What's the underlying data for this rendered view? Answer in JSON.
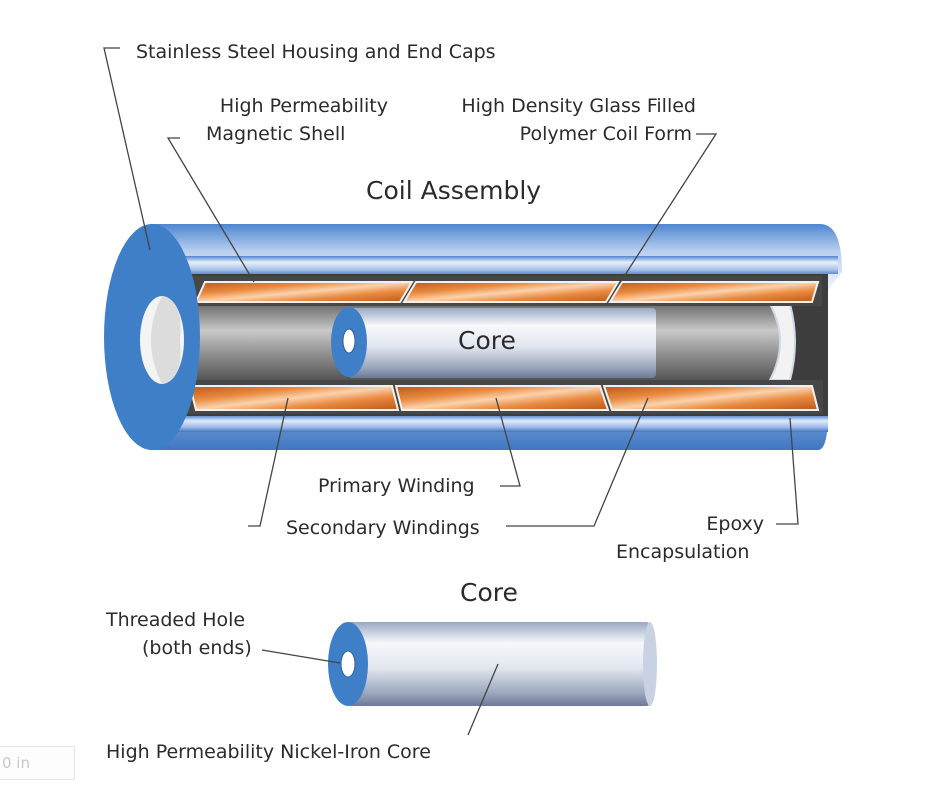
{
  "diagram": {
    "labels": {
      "housing": "Stainless Steel Housing and End Caps",
      "shell_line1": "High Permeability",
      "shell_line2": "Magnetic Shell",
      "coilform_line1": "High Density Glass Filled",
      "coilform_line2": "Polymer Coil Form",
      "coil_assembly_title": "Coil Assembly",
      "core_in_assembly": "Core",
      "primary_winding": "Primary Winding",
      "secondary_windings": "Secondary Windings",
      "epoxy_line1": "Epoxy",
      "epoxy_line2": "Encapsulation",
      "core_title": "Core",
      "threaded_line1": "Threaded Hole",
      "threaded_line2": "(both ends)",
      "nickel_iron_core": "High Permeability Nickel-Iron Core"
    },
    "corner_text": "0 in",
    "colors": {
      "housing_blue": "#3f7fc8",
      "cylinder_highlight": "#f2f6fc",
      "copper": "#e07a2c",
      "copper_light": "#f7c193",
      "shell_gray": "#5a5a5a",
      "bore_gray": "#8c8c8c",
      "leader": "#444444"
    }
  }
}
